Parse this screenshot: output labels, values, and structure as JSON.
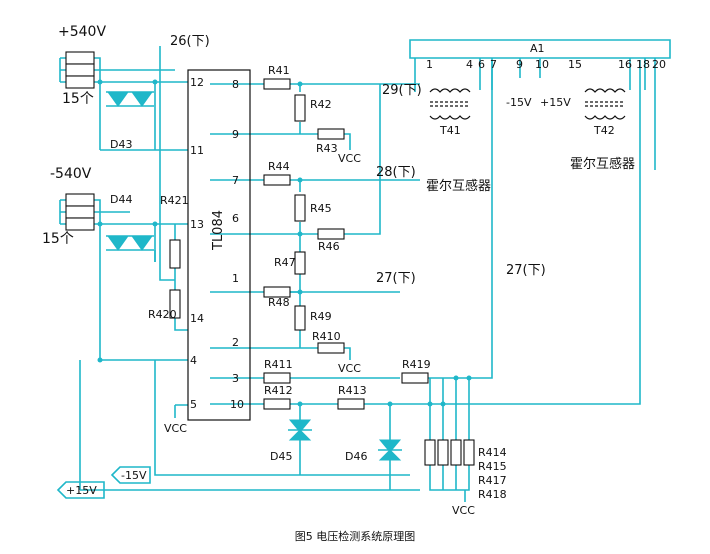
{
  "caption": "图5 电压检测系统原理图",
  "ic": {
    "name": "TL084",
    "pins": [
      "8",
      "9",
      "7",
      "6",
      "1",
      "2",
      "3",
      "10",
      "12",
      "11",
      "13",
      "14",
      "4",
      "5"
    ]
  },
  "sensor": {
    "name": "A1",
    "pins": [
      "1",
      "4",
      "6",
      "7",
      "9",
      "10",
      "15",
      "16",
      "18",
      "20"
    ],
    "transformers": [
      "T41",
      "T42"
    ],
    "supplies": [
      "-15V",
      "+15V"
    ],
    "hall_label": "霍尔互感器"
  },
  "inputs": {
    "pos_voltage": "+540V",
    "neg_voltage": "-540V",
    "count": "15个"
  },
  "outputs": {
    "out29": "29(下)",
    "out28": "28(下)",
    "out27": "27(下)",
    "conn27": "27(下)",
    "conn26": "26(下)"
  },
  "resistors": [
    "R41",
    "R42",
    "R43",
    "R44",
    "R45",
    "R46",
    "R47",
    "R48",
    "R49",
    "R410",
    "R411",
    "R412",
    "R413",
    "R419",
    "R421",
    "R420",
    "R414",
    "R415",
    "R417",
    "R418"
  ],
  "diodes": [
    "D43",
    "D44",
    "D45",
    "D46"
  ],
  "power": {
    "vcc": "VCC",
    "plus15": "+15V",
    "minus15": "-15V"
  }
}
